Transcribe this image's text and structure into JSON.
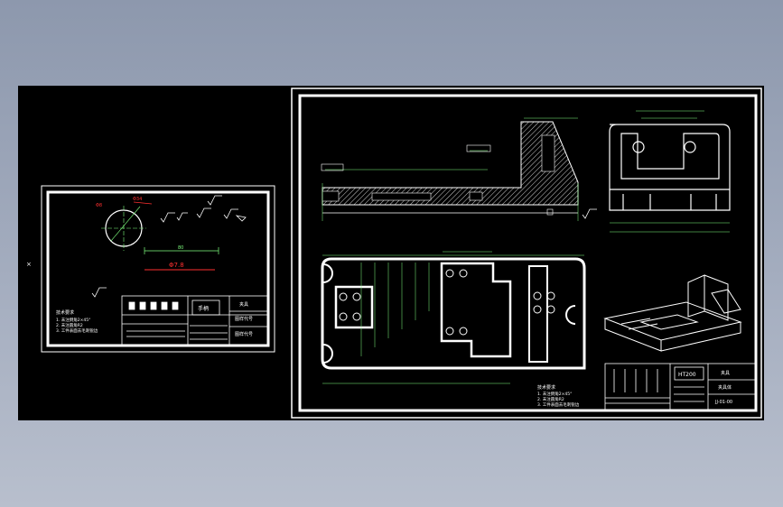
{
  "canvas": {
    "background": "#000000",
    "workspace_background": "#98a2b6"
  },
  "marker": "×",
  "sheet_left": {
    "red_annotations": [
      "Φ8",
      "Φ34"
    ],
    "dimension_1": "80",
    "dimension_2": "Φ7.8",
    "notes": [
      "技术要求",
      "1. 未注倒角2×45°",
      "2. 未注圆角R2",
      "3. 工件表面去毛刺锐边"
    ],
    "title_block": {
      "part_name": "手柄",
      "cell_1": "夹具",
      "cell_2": "图样代号",
      "cell_3": "图样代号"
    }
  },
  "sheet_right": {
    "notes": [
      "技术要求",
      "1. 未注倒角2×45°",
      "2. 未注圆角R2",
      "3. 工件表面去毛刺锐边"
    ],
    "title_block": {
      "material": "HT200",
      "cell_1": "夹具",
      "cell_2": "夹具体",
      "drawing_no": "JJ-01-00"
    }
  },
  "colors": {
    "line": "#ffffff",
    "dim": "#7fff7f",
    "red": "#ff3030",
    "hatch": "#cfcfcf"
  }
}
